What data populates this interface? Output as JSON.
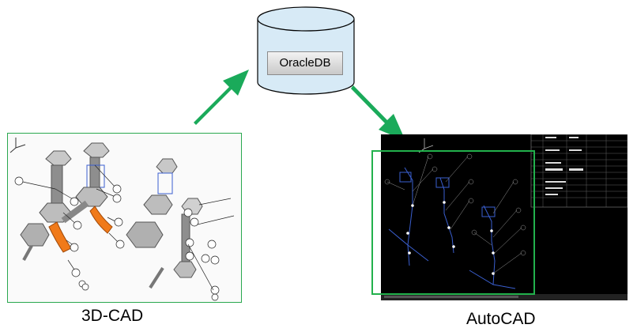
{
  "database": {
    "label": "OracleDB"
  },
  "cad3d": {
    "caption": "3D-CAD"
  },
  "autocad": {
    "caption": "AutoCAD"
  },
  "colors": {
    "arrow": "#1aaa5a",
    "frame": "#22b14c",
    "db_fill": "#d7eaf6",
    "pipe": "#9a9a9a",
    "elbow": "#f07a1a",
    "wire": "#3a5fd0"
  }
}
